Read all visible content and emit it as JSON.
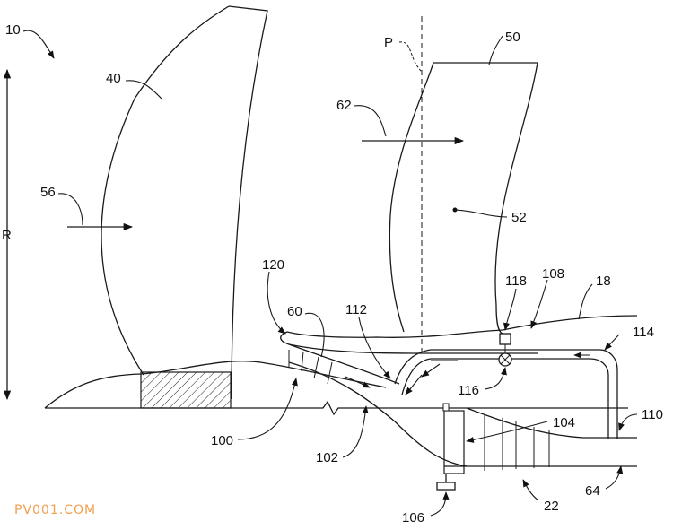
{
  "labels": {
    "l10": "10",
    "l40": "40",
    "l50": "50",
    "lP": "P",
    "l62": "62",
    "l56": "56",
    "lR": "R",
    "l52": "52",
    "l120": "120",
    "l60": "60",
    "l112": "112",
    "l118": "118",
    "l108": "108",
    "l18": "18",
    "l114": "114",
    "l116": "116",
    "l110": "110",
    "l104": "104",
    "l100": "100",
    "l102": "102",
    "l106": "106",
    "l22": "22",
    "l64": "64"
  },
  "watermark": "PV001.COM"
}
